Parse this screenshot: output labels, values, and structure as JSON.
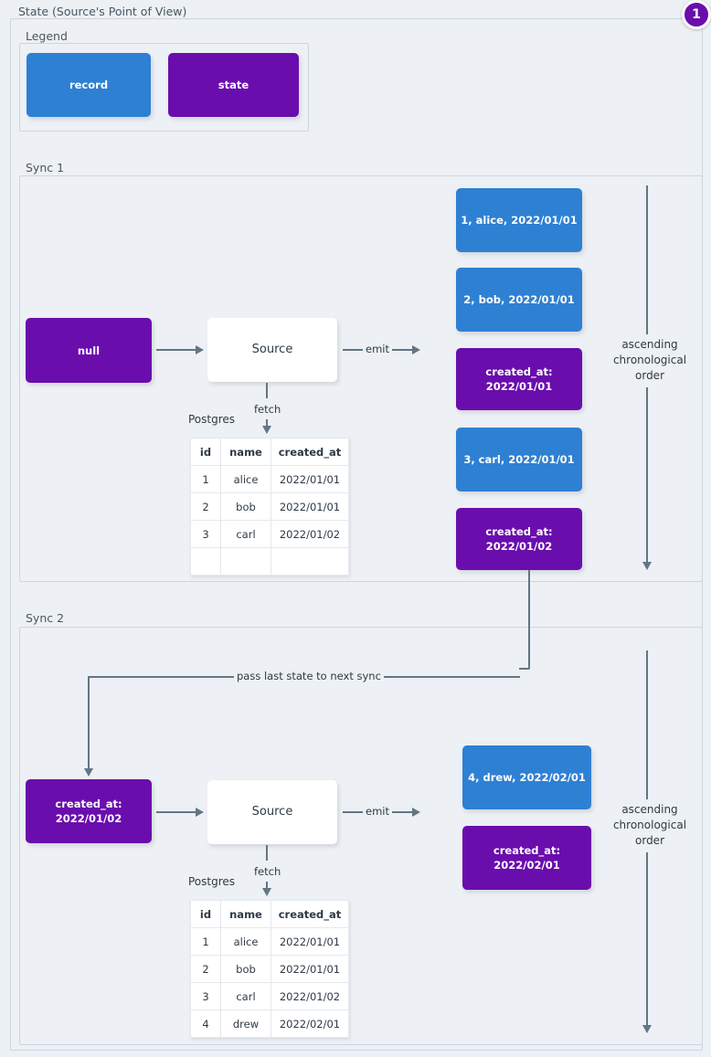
{
  "page": {
    "title": "State (Source's Point of View)",
    "badge": "1",
    "colors": {
      "record": "#2e80d3",
      "state": "#6a0dad",
      "background": "#edf0f4",
      "frame_border": "#ccd6e0",
      "connector": "#627684",
      "text": "#2e3a46"
    }
  },
  "legend": {
    "label": "Legend",
    "items": [
      {
        "label": "record",
        "kind": "record"
      },
      {
        "label": "state",
        "kind": "state"
      }
    ]
  },
  "sync1": {
    "label": "Sync 1",
    "input_state": "null",
    "source_label": "Source",
    "fetch_label": "fetch",
    "emit_label": "emit",
    "db_caption": "Postgres",
    "order_note": "ascending\nchronological\norder",
    "order_note_lines": [
      "ascending",
      "chronological",
      "order"
    ],
    "table": {
      "columns": [
        "id",
        "name",
        "created_at"
      ],
      "rows": [
        [
          "1",
          "alice",
          "2022/01/01"
        ],
        [
          "2",
          "bob",
          "2022/01/01"
        ],
        [
          "3",
          "carl",
          "2022/01/02"
        ],
        [
          "",
          "",
          ""
        ]
      ]
    },
    "emitted": [
      {
        "kind": "record",
        "lines": [
          "1, alice, 2022/01/01"
        ]
      },
      {
        "kind": "record",
        "lines": [
          "2, bob, 2022/01/01"
        ]
      },
      {
        "kind": "state",
        "lines": [
          "created_at:",
          "2022/01/01"
        ]
      },
      {
        "kind": "record",
        "lines": [
          "3, carl, 2022/01/01"
        ]
      },
      {
        "kind": "state",
        "lines": [
          "created_at:",
          "2022/01/02"
        ]
      }
    ]
  },
  "sync2": {
    "label": "Sync 2",
    "pass_state_label": "pass last state to next sync",
    "input_state_lines": [
      "created_at:",
      "2022/01/02"
    ],
    "source_label": "Source",
    "fetch_label": "fetch",
    "emit_label": "emit",
    "db_caption": "Postgres",
    "order_note_lines": [
      "ascending",
      "chronological",
      "order"
    ],
    "table": {
      "columns": [
        "id",
        "name",
        "created_at"
      ],
      "rows": [
        [
          "1",
          "alice",
          "2022/01/01"
        ],
        [
          "2",
          "bob",
          "2022/01/01"
        ],
        [
          "3",
          "carl",
          "2022/01/02"
        ],
        [
          "4",
          "drew",
          "2022/02/01"
        ]
      ]
    },
    "emitted": [
      {
        "kind": "record",
        "lines": [
          "4, drew, 2022/02/01"
        ]
      },
      {
        "kind": "state",
        "lines": [
          "created_at:",
          "2022/02/01"
        ]
      }
    ]
  }
}
